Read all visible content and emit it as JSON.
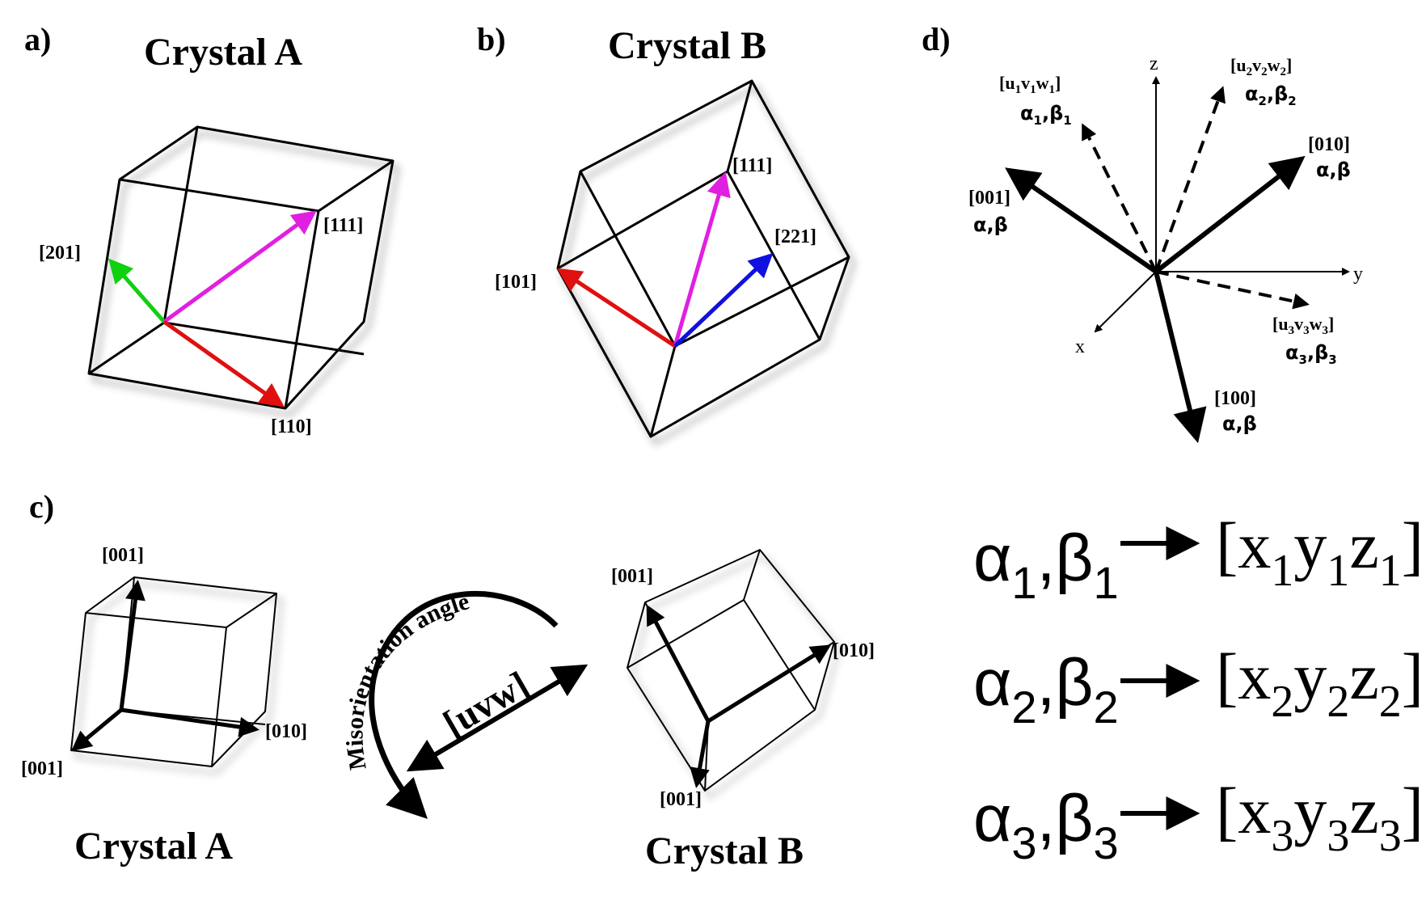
{
  "panels": {
    "a": {
      "letter": "a)",
      "title": "Crystal A",
      "vectors": {
        "v201": "[201]",
        "v111": "[111]",
        "v110": "[110]"
      },
      "colors": {
        "v201": "#10d010",
        "v111": "#e020e0",
        "v110": "#e01010"
      }
    },
    "b": {
      "letter": "b)",
      "title": "Crystal B",
      "vectors": {
        "v101": "[101]",
        "v111": "[111]",
        "v221": "[221]"
      },
      "colors": {
        "v101": "#e01010",
        "v111": "#e020e0",
        "v221": "#1010e0"
      }
    },
    "c": {
      "letter": "c)",
      "crystal_a": {
        "title": "Crystal A",
        "top": "[001]",
        "left": "[001]",
        "right": "[010]"
      },
      "crystal_b": {
        "title": "Crystal B",
        "top": "[001]",
        "bottom": "[001]",
        "right": "[010]"
      },
      "misorientation": "Misorientation angle",
      "axis": "[uvw]"
    },
    "d": {
      "letter": "d)",
      "axes": {
        "x": "x",
        "y": "y",
        "z": "z"
      },
      "v001": {
        "label": "[001]",
        "ab": "α,β"
      },
      "v010": {
        "label": "[010]",
        "ab": "α,β"
      },
      "v100": {
        "label": "[100]",
        "ab": "α,β"
      },
      "uvw1": {
        "u": "u",
        "v": "v",
        "w": "w",
        "i": "1",
        "a": "α",
        "b": "β"
      },
      "uvw2": {
        "u": "u",
        "v": "v",
        "w": "w",
        "i": "2",
        "a": "α",
        "b": "β"
      },
      "uvw3": {
        "u": "u",
        "v": "v",
        "w": "w",
        "i": "3",
        "a": "α",
        "b": "β"
      }
    },
    "eqs": [
      {
        "alpha": "α",
        "beta": "β",
        "i": "1",
        "x": "x",
        "y": "y",
        "z": "z",
        "lb": "[",
        "rb": "]"
      },
      {
        "alpha": "α",
        "beta": "β",
        "i": "2",
        "x": "x",
        "y": "y",
        "z": "z",
        "lb": "[",
        "rb": "]"
      },
      {
        "alpha": "α",
        "beta": "β",
        "i": "3",
        "x": "x",
        "y": "y",
        "z": "z",
        "lb": "[",
        "rb": "]"
      }
    ]
  }
}
